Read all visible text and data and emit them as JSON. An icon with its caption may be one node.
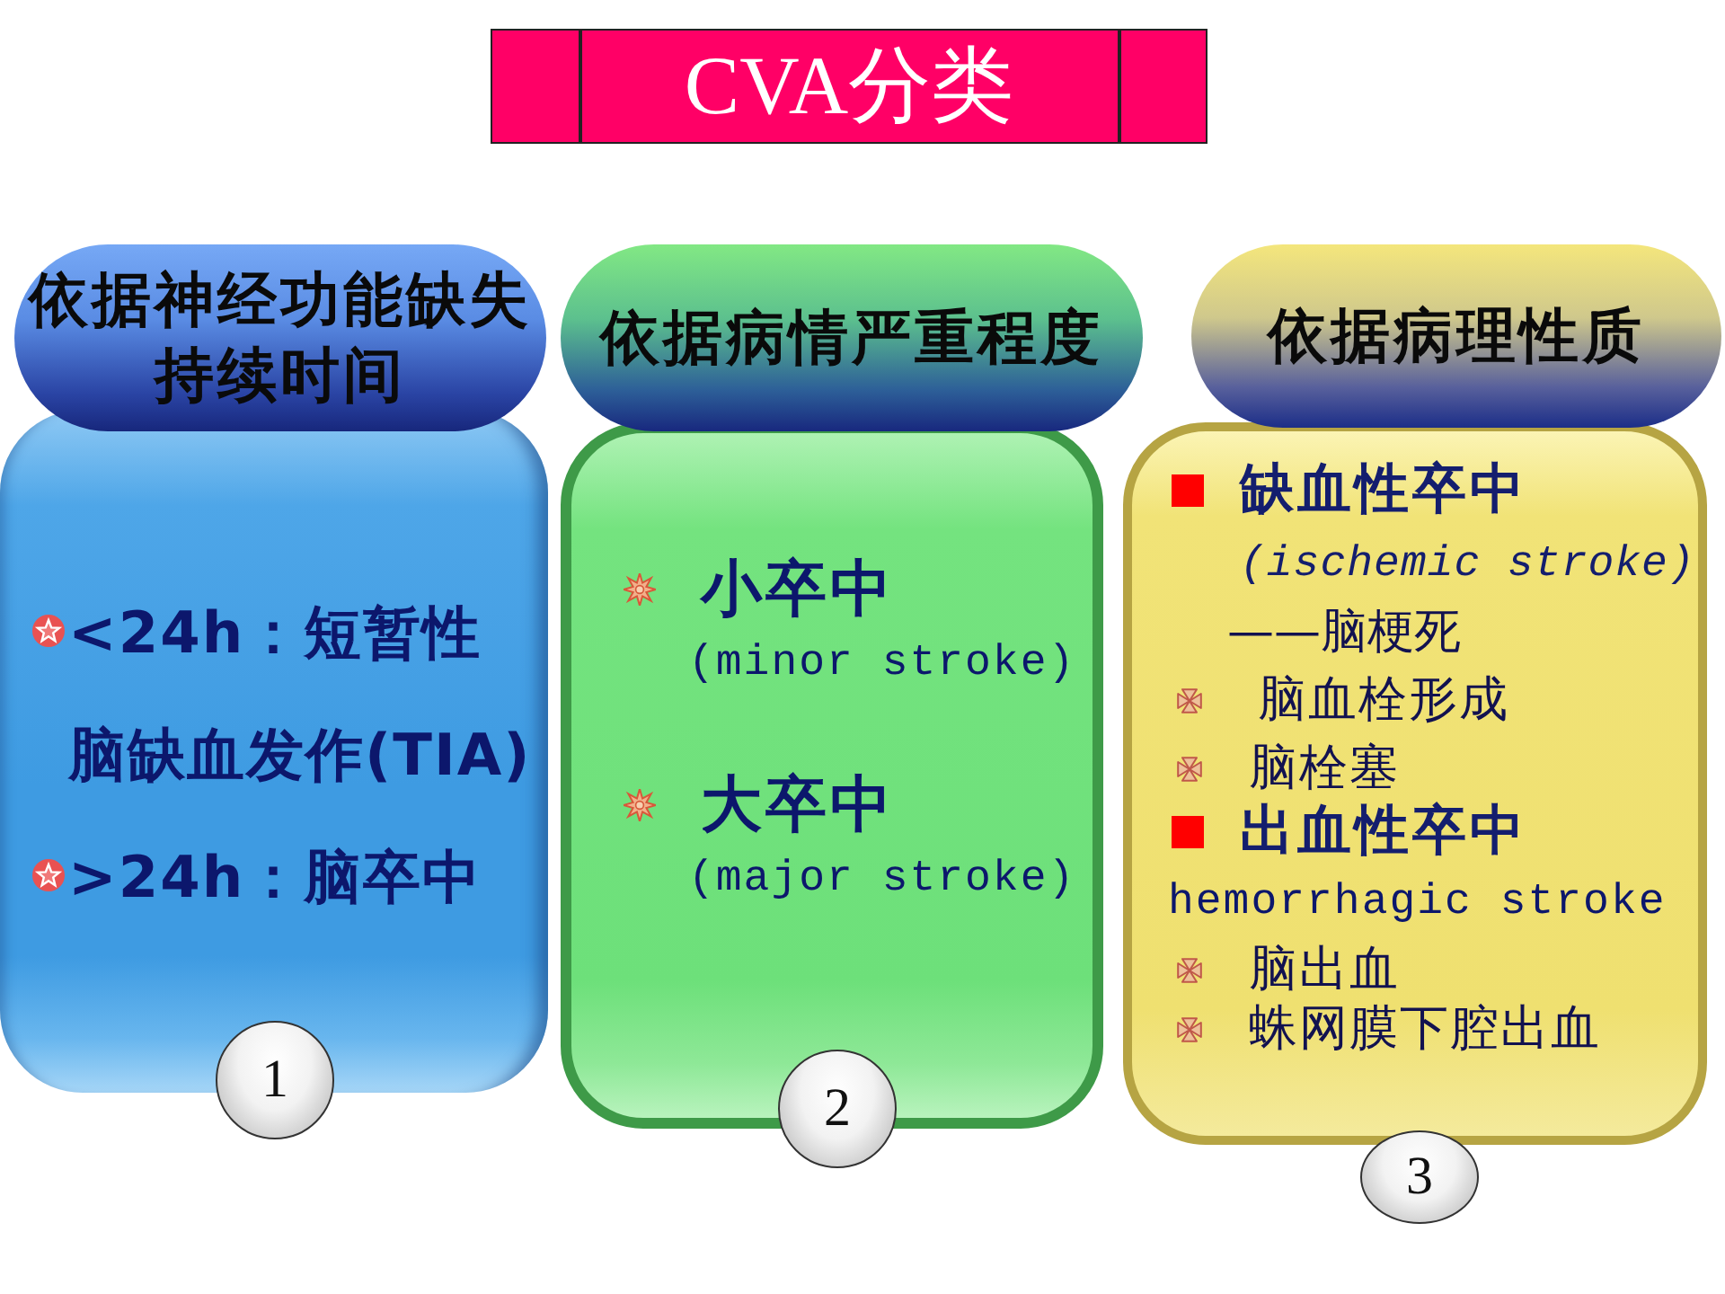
{
  "diagram": {
    "title": "CVA分类",
    "nodes": [
      {
        "text": [
          "依据神经功能缺失持续时间"
        ]
      },
      {
        "text": [
          "<24h：短暂性脑缺血发作(TIA)",
          ">24h：脑卒中"
        ]
      },
      {
        "text": [
          "1"
        ]
      },
      {
        "text": [
          "依据病情严重程度"
        ]
      },
      {
        "text": [
          "小卒中",
          "(minor stroke)",
          "大卒中",
          "(major stroke)"
        ]
      },
      {
        "text": [
          "2"
        ]
      },
      {
        "text": [
          "依据病理性质"
        ]
      },
      {
        "text": [
          "缺血性卒中",
          "(ischemic stroke)",
          "——脑梗死",
          "脑血栓形成",
          "脑栓塞",
          "出血性卒中",
          "hemorrhagic stroke",
          "脑出血",
          "蛛网膜下腔出血"
        ]
      },
      {
        "text": [
          "3"
        ]
      }
    ]
  }
}
